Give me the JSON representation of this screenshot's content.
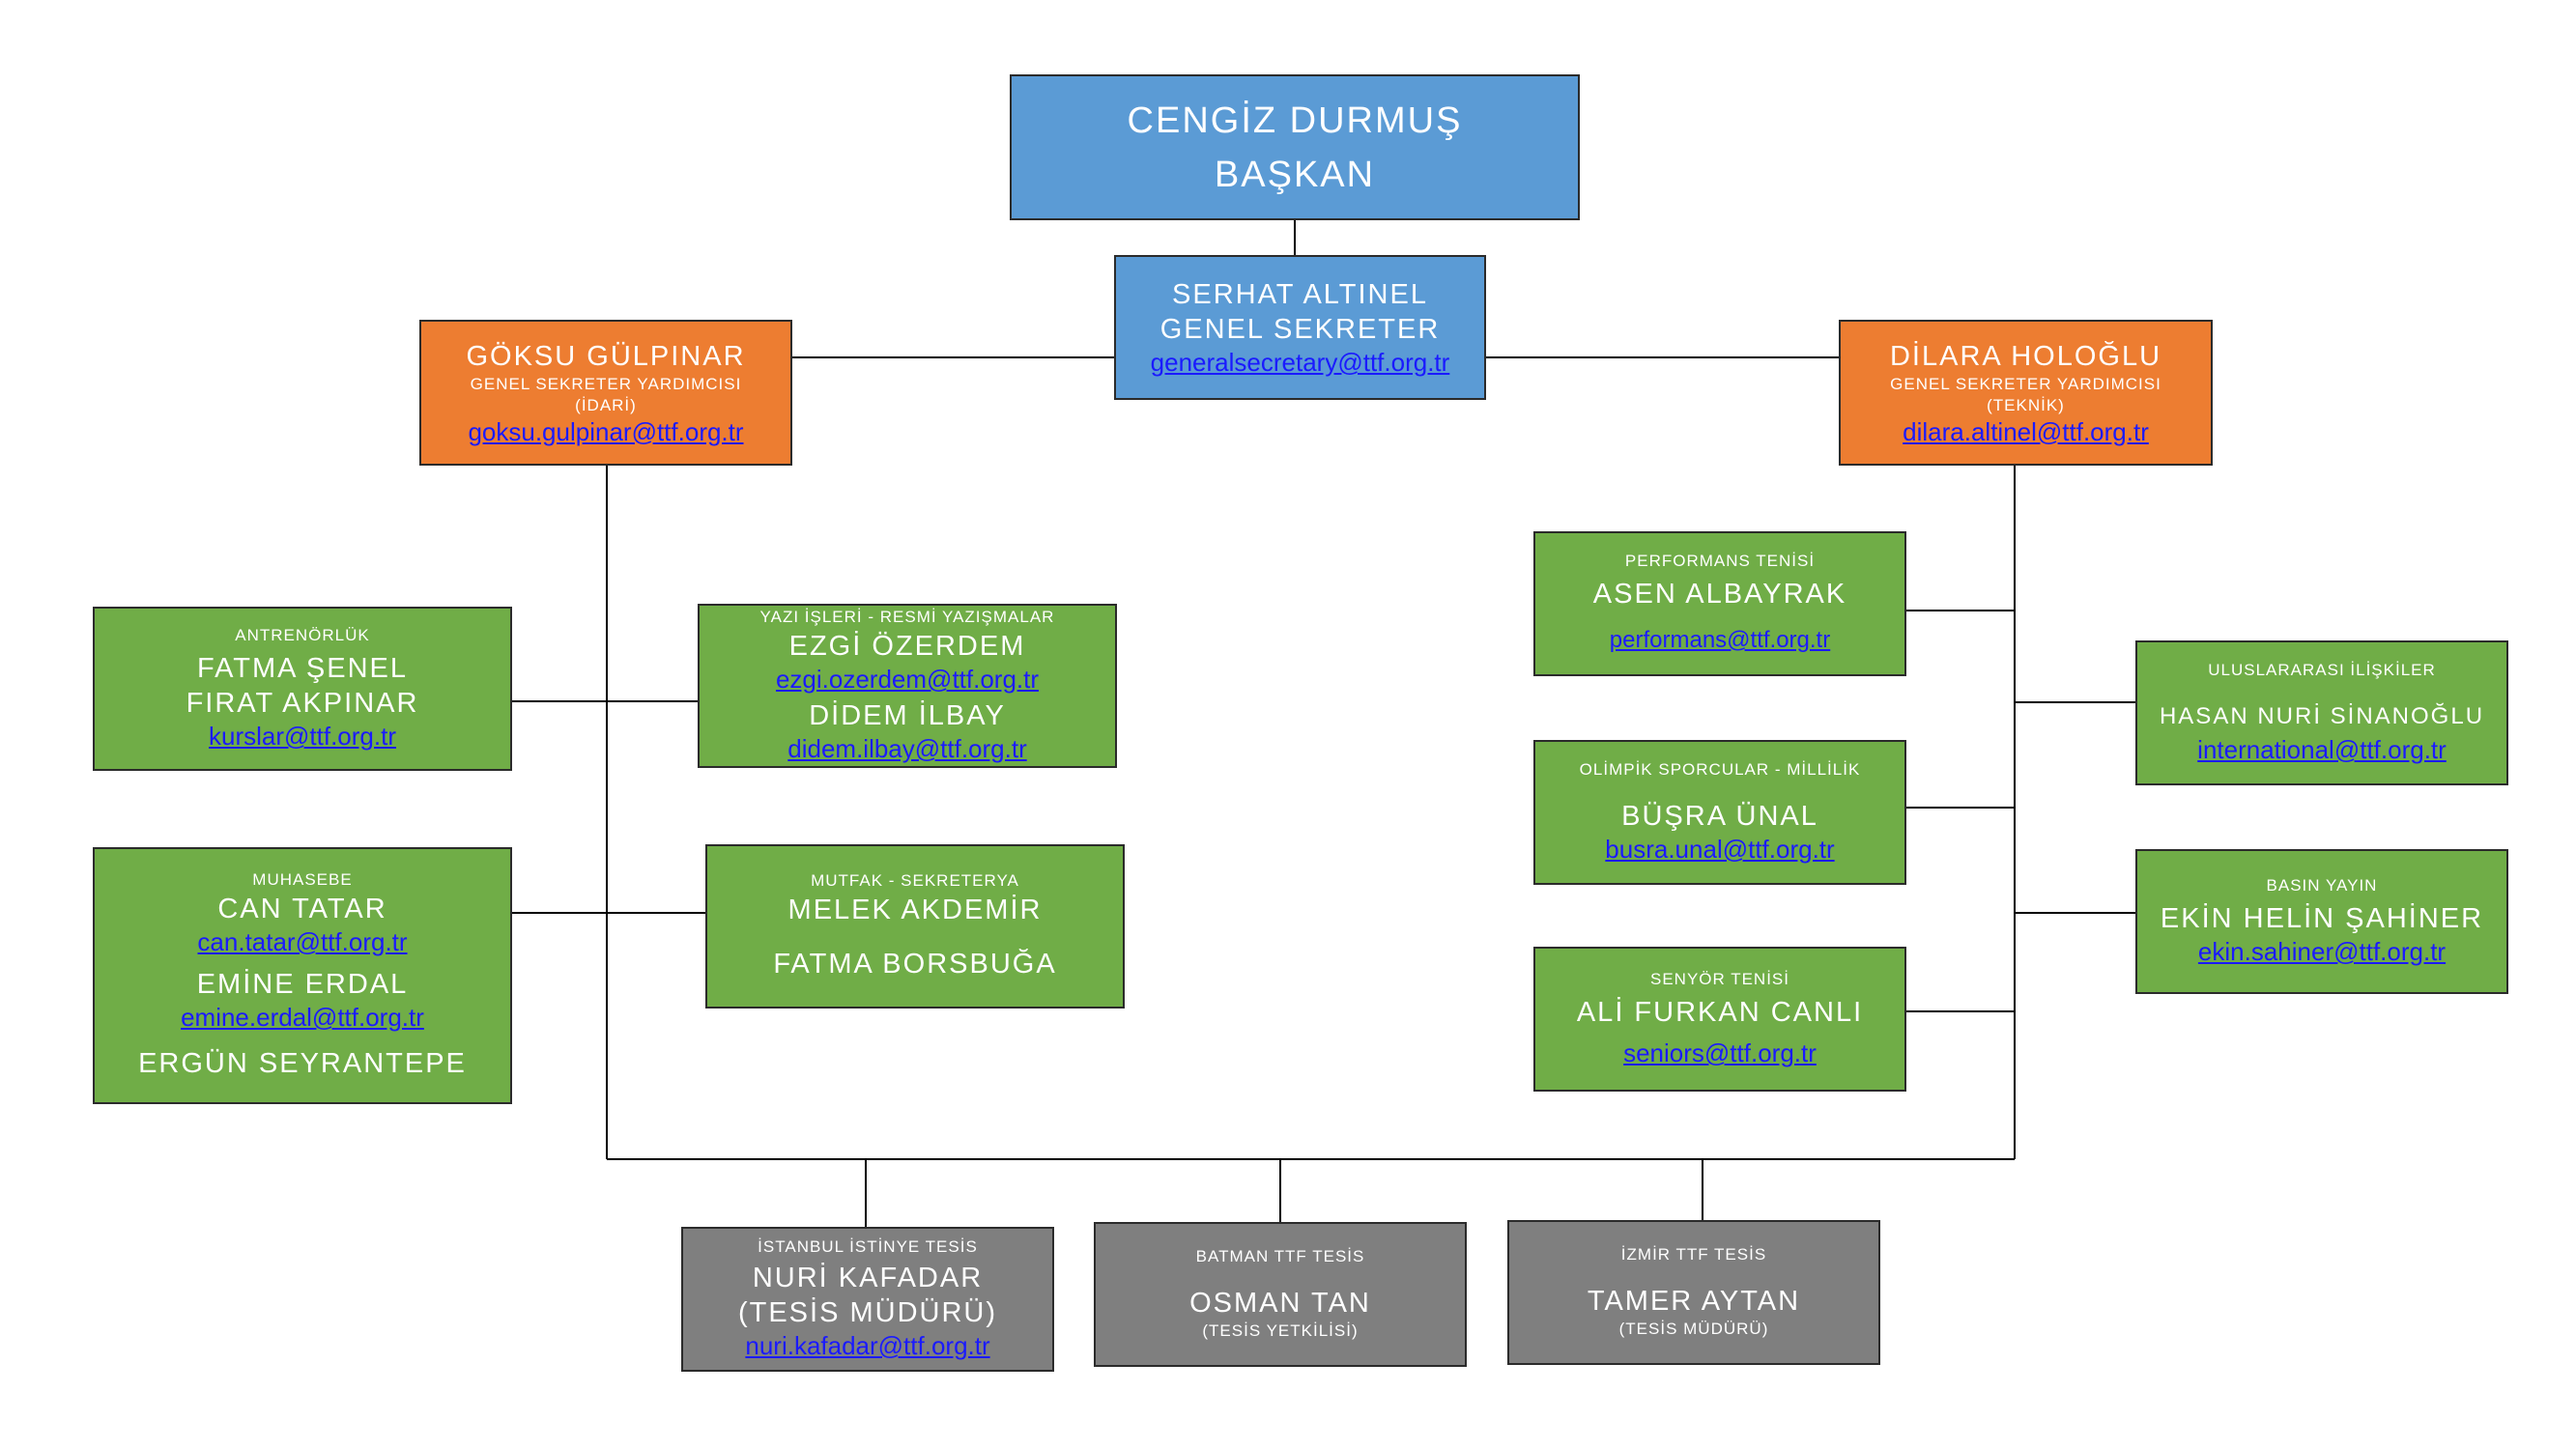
{
  "president": {
    "name": "CENGİZ DURMUŞ",
    "title": "BAŞKAN"
  },
  "secretary_general": {
    "name": "SERHAT ALTINEL",
    "title": "GENEL SEKRETER",
    "email": "generalsecretary@ttf.org.tr"
  },
  "deputy_admin": {
    "name": "GÖKSU GÜLPINAR",
    "title": "GENEL SEKRETER YARDIMCISI",
    "scope": "(İDARİ)",
    "email": "goksu.gulpinar@ttf.org.tr"
  },
  "deputy_tech": {
    "name": "DİLARA HOLOĞLU",
    "title": "GENEL SEKRETER YARDIMCISI",
    "scope": "(TEKNİK)",
    "email": "dilara.altinel@ttf.org.tr"
  },
  "coaching": {
    "dept": "ANTRENÖRLÜK",
    "name1": "FATMA ŞENEL",
    "name2": "FIRAT AKPINAR",
    "email": "kurslar@ttf.org.tr"
  },
  "correspondence": {
    "dept": "YAZI İŞLERİ - RESMİ YAZIŞMALAR",
    "name1": "EZGİ ÖZERDEM",
    "email1": "ezgi.ozerdem@ttf.org.tr",
    "name2": "DİDEM İLBAY",
    "email2": "didem.ilbay@ttf.org.tr"
  },
  "accounting": {
    "dept": "MUHASEBE",
    "name1": "CAN TATAR",
    "email1": "can.tatar@ttf.org.tr",
    "name2": "EMİNE ERDAL",
    "email2": "emine.erdal@ttf.org.tr",
    "name3": "ERGÜN SEYRANTEPE"
  },
  "kitchen": {
    "dept": "MUTFAK - SEKRETERYA",
    "name1": "MELEK AKDEMİR",
    "name2": "FATMA BORSBUĞA"
  },
  "performance": {
    "dept": "PERFORMANS TENİSİ",
    "name": "ASEN ALBAYRAK",
    "email": "performans@ttf.org.tr"
  },
  "olympic": {
    "dept": "OLİMPİK SPORCULAR - MİLLİLİK",
    "name": "BÜŞRA ÜNAL",
    "email": "busra.unal@ttf.org.tr"
  },
  "senior": {
    "dept": "SENYÖR TENİSİ",
    "name": "ALİ FURKAN CANLI",
    "email": "seniors@ttf.org.tr"
  },
  "international": {
    "dept": "ULUSLARARASI İLİŞKİLER",
    "name": "HASAN NURİ SİNANOĞLU",
    "email": "international@ttf.org.tr"
  },
  "press": {
    "dept": "BASIN YAYIN",
    "name": "EKİN HELİN ŞAHİNER",
    "email": "ekin.sahiner@ttf.org.tr"
  },
  "istanbul": {
    "dept": "İSTANBUL İSTİNYE TESİS",
    "name": "NURİ KAFADAR",
    "role": "(TESİS MÜDÜRÜ)",
    "email": "nuri.kafadar@ttf.org.tr"
  },
  "batman": {
    "dept": "BATMAN TTF TESİS",
    "name": "OSMAN TAN",
    "role": "(TESİS YETKİLİSİ)"
  },
  "izmir": {
    "dept": "İZMİR TTF TESİS",
    "name": "TAMER AYTAN",
    "role": "(TESİS MÜDÜRÜ)"
  },
  "colors": {
    "blue": "#5b9bd5",
    "orange": "#ed7d31",
    "green": "#70ad47",
    "gray": "#7f7f7f",
    "link": "#1a1aff"
  }
}
